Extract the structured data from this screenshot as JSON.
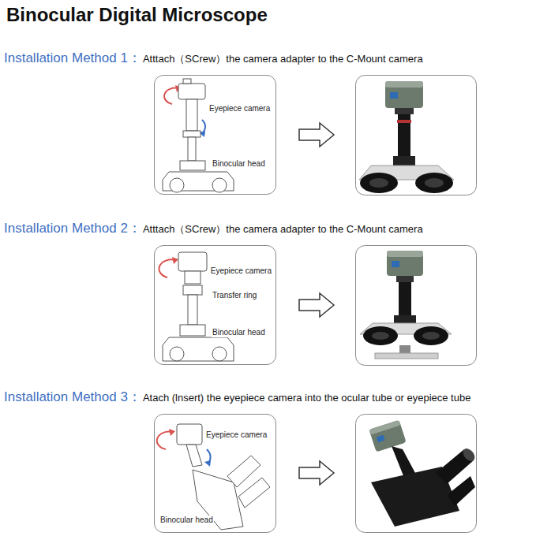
{
  "diagram": {
    "title": "Binocular Digital Microscope",
    "nodes": [
      {
        "text": [
          "Eyepiece camera",
          "Binocular head"
        ]
      },
      {
        "text": [
          "Eyepiece camera",
          "Transfer ring",
          "Binocular head"
        ]
      },
      {
        "text": [
          "Eyepiece camera",
          "Binocular head"
        ]
      }
    ],
    "labels": [
      "Installation Method 1：",
      "Atttach（SCrew）the camera adapter to the C-Mount camera",
      "Installation Method 2：",
      "Atttach（SCrew）the camera adapter to the C-Mount camera",
      "Installation Method 3：",
      "Atach (lnsert) the eyepiece camera into the ocular tube or eyepiece tube"
    ]
  }
}
